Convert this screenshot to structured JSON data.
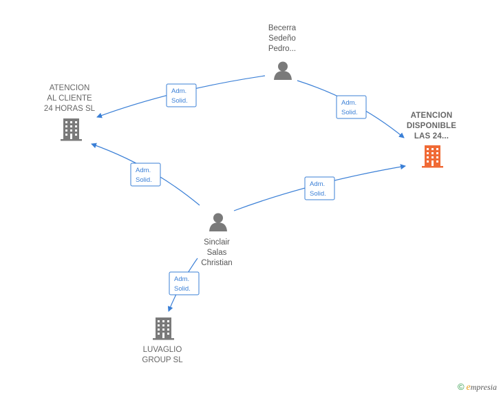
{
  "colors": {
    "edge": "#3a7fd6",
    "person_icon": "#7a7a7a",
    "company_icon": "#7a7a7a",
    "highlight_company_icon": "#f06a35"
  },
  "nodes": [
    {
      "id": "becerra",
      "type": "person",
      "label_lines": [
        "Becerra",
        "Sedeño",
        "Pedro..."
      ],
      "icon": "person-icon"
    },
    {
      "id": "atencion_cliente",
      "type": "company",
      "label_lines": [
        "ATENCION",
        "AL CLIENTE",
        "24 HORAS  SL"
      ],
      "icon": "building-icon"
    },
    {
      "id": "atencion_disponible",
      "type": "company-main",
      "label_lines": [
        "ATENCION",
        "DISPONIBLE",
        "LAS 24..."
      ],
      "icon": "building-icon"
    },
    {
      "id": "sinclair",
      "type": "person",
      "label_lines": [
        "Sinclair",
        "Salas",
        "Christian"
      ],
      "icon": "person-icon"
    },
    {
      "id": "luvaglio",
      "type": "company",
      "label_lines": [
        "LUVAGLIO",
        "GROUP  SL"
      ],
      "icon": "building-icon"
    }
  ],
  "edges": [
    {
      "from": "becerra",
      "to": "atencion_cliente",
      "label_lines": [
        "Adm.",
        "Solid."
      ]
    },
    {
      "from": "becerra",
      "to": "atencion_disponible",
      "label_lines": [
        "Adm.",
        "Solid."
      ]
    },
    {
      "from": "sinclair",
      "to": "atencion_cliente",
      "label_lines": [
        "Adm.",
        "Solid."
      ]
    },
    {
      "from": "sinclair",
      "to": "atencion_disponible",
      "label_lines": [
        "Adm.",
        "Solid."
      ]
    },
    {
      "from": "sinclair",
      "to": "luvaglio",
      "label_lines": [
        "Adm.",
        "Solid."
      ]
    }
  ],
  "footer": {
    "copyright_symbol": "©",
    "brand_initial": "e",
    "brand_rest": "mpresia"
  }
}
